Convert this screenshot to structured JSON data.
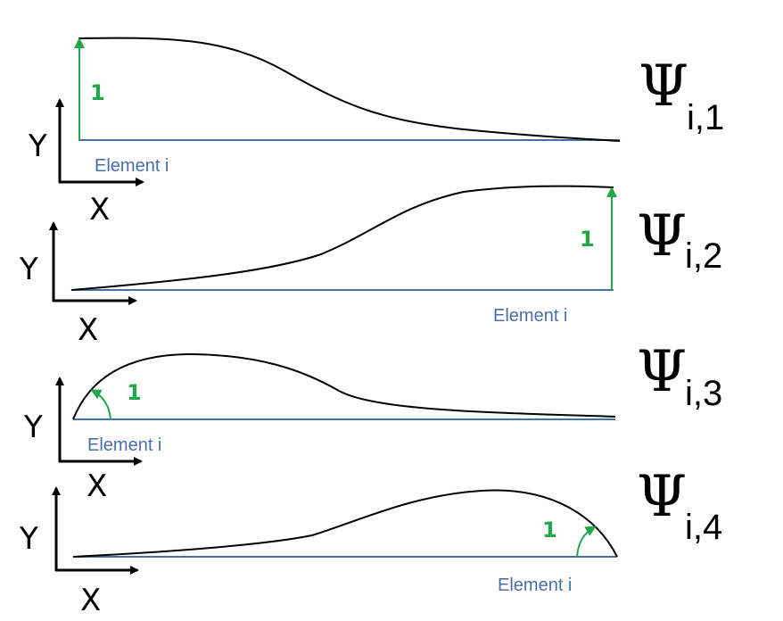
{
  "colors": {
    "element_line": "#4a6fa8",
    "unit_marker": "#22a84a",
    "curve": "#000000"
  },
  "panels": [
    {
      "y_axis_label": "Y",
      "x_axis_label": "X",
      "element_label": "Element i",
      "unit_label": "1",
      "psi_symbol": "Ψ",
      "psi_subscript": "i,1"
    },
    {
      "y_axis_label": "Y",
      "x_axis_label": "X",
      "element_label": "Element i",
      "unit_label": "1",
      "psi_symbol": "Ψ",
      "psi_subscript": "i,2"
    },
    {
      "y_axis_label": "Y",
      "x_axis_label": "X",
      "element_label": "Element i",
      "unit_label": "1",
      "psi_symbol": "Ψ",
      "psi_subscript": "i,3"
    },
    {
      "y_axis_label": "Y",
      "x_axis_label": "X",
      "element_label": "Element i",
      "unit_label": "1",
      "psi_symbol": "Ψ",
      "psi_subscript": "i,4"
    }
  ]
}
